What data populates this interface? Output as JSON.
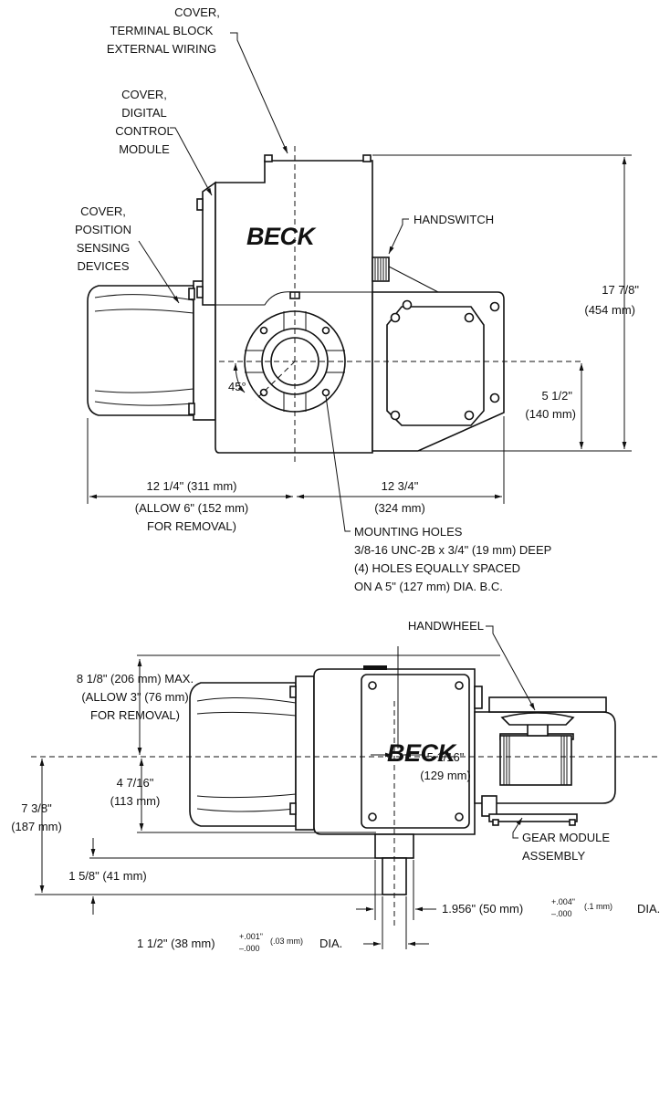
{
  "colors": {
    "ink": "#111111",
    "paper": "#ffffff"
  },
  "brand": "BECK",
  "top_view": {
    "callouts": {
      "terminal_cover": [
        "COVER,",
        "TERMINAL BLOCK",
        "EXTERNAL WIRING"
      ],
      "control_cover": [
        "COVER,",
        "DIGITAL",
        "CONTROL",
        "MODULE"
      ],
      "sensing_cover": [
        "COVER,",
        "POSITION",
        "SENSING",
        "DEVICES"
      ],
      "handswitch": "HANDSWITCH"
    },
    "dims": {
      "height": [
        "17 7/8\"",
        "(454 mm)"
      ],
      "center_height": [
        "5 1/2\"",
        "(140 mm)"
      ],
      "left_width": [
        "12 1/4\" (311 mm)",
        "(ALLOW 6\" (152 mm)",
        "FOR REMOVAL)"
      ],
      "right_width": [
        "12 3/4\"",
        "(324 mm)"
      ],
      "angle": "45°"
    },
    "mounting_holes": [
      "MOUNTING HOLES",
      "3/8-16 UNC-2B x 3/4\" (19 mm) DEEP",
      "(4) HOLES EQUALLY SPACED",
      "ON A 5\" (127 mm) DIA. B.C."
    ]
  },
  "side_view": {
    "callouts": {
      "handwheel": "HANDWHEEL",
      "gear_module": [
        "GEAR MODULE",
        "ASSEMBLY"
      ]
    },
    "dims": {
      "offset": [
        "5 1/16\"",
        "(129 mm)"
      ],
      "top": [
        "8 1/8\" (206 mm) MAX.",
        "(ALLOW 3\" (76 mm)",
        "FOR REMOVAL)"
      ],
      "mid": [
        "4 7/16\"",
        "(113 mm)"
      ],
      "total": [
        "7 3/8\"",
        "(187 mm)"
      ],
      "shaft_len": "1 5/8\" (41 mm)",
      "hub_dia": {
        "main": "1.956\" (50 mm)",
        "tol_plus": "+.004\"",
        "tol_minus": "–.000",
        "tol_mm": "(.1 mm)",
        "suffix": "DIA."
      },
      "shaft_dia": {
        "main": "1 1/2\" (38 mm)",
        "tol_plus": "+.001\"",
        "tol_minus": "–.000",
        "tol_mm": "(.03 mm)",
        "suffix": "DIA."
      }
    }
  }
}
